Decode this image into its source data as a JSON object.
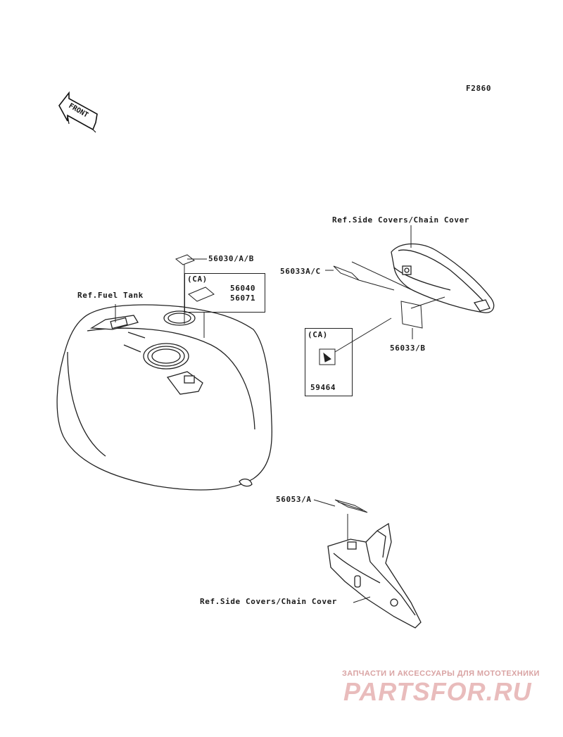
{
  "figure_code": "F2860",
  "front_label": "FRONT",
  "labels": {
    "ref_side_covers_top": "Ref.Side Covers/Chain Cover",
    "ref_fuel_tank": "Ref.Fuel Tank",
    "part_56030": "56030/A/B",
    "ca_tank": "(CA)",
    "part_56040": "56040",
    "part_56071": "56071",
    "part_56033ac": "56033A/C",
    "part_56033b": "56033/B",
    "ca_cover": "(CA)",
    "part_59464": "59464",
    "part_56053": "56053/A",
    "ref_side_covers_bottom": "Ref.Side Covers/Chain Cover"
  },
  "watermark": {
    "subtitle": "ЗАПЧАСТИ И АКСЕССУАРЫ ДЛЯ МОТОТЕХНИКИ",
    "logo": "PARTSFOR.RU"
  }
}
